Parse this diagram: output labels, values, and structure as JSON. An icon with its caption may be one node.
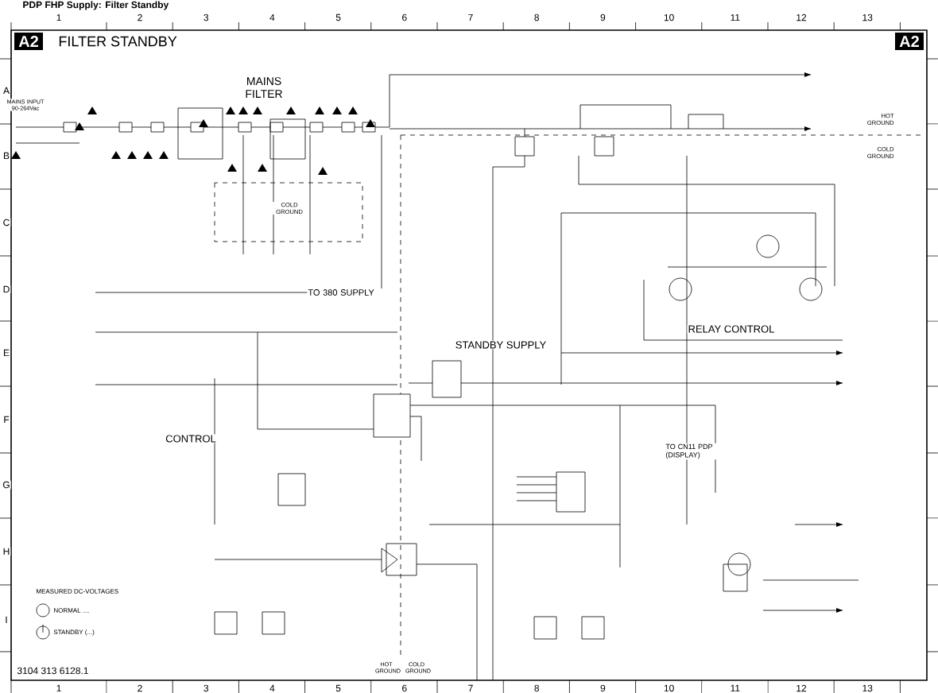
{
  "diagram": {
    "title": "PDP FHP Supply: Filter Standby",
    "nodes": [
      {
        "text": [
          "A2"
        ]
      },
      {
        "text": [
          "A2"
        ]
      }
    ],
    "labels": [
      "1",
      "2",
      "3",
      "4",
      "5",
      "6",
      "7",
      "8",
      "9",
      "10",
      "11",
      "12",
      "13",
      "FILTER STANDBY",
      "MAINS FILTER",
      "MAINS INPUT 90-264Vac",
      "HOT GROUND",
      "COLD GROUND",
      "COLD GROUND",
      "TO 380 SUPPLY",
      "STANDBY SUPPLY",
      "CONTROL",
      "RELAY CONTROL",
      "TO CN11 PDP (DISPLAY)",
      "MEASURED DC-VOLTAGES",
      "NORMAL ....",
      "STANDBY (...)",
      "3104 313 6128.1",
      "HOT GROUND",
      "COLD GROUND",
      "A",
      "B",
      "C",
      "D",
      "E",
      "F",
      "G",
      "H",
      "I",
      "1",
      "2",
      "3",
      "4",
      "5",
      "6",
      "7",
      "8",
      "9",
      "10",
      "11",
      "12",
      "13"
    ]
  }
}
